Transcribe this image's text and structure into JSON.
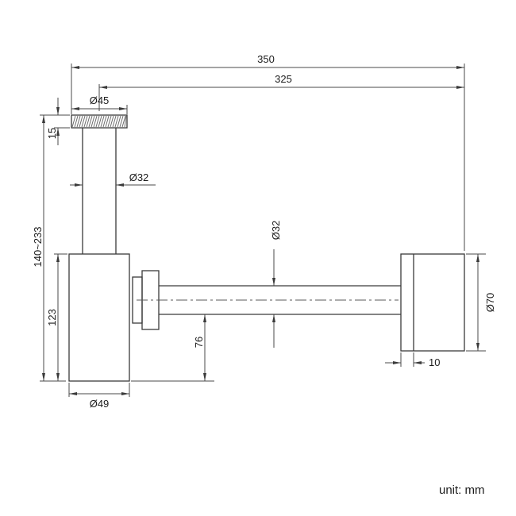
{
  "page": {
    "unit_label": "unit: mm"
  },
  "drawing": {
    "type": "technical-dimension-drawing",
    "subject": "wall-mounted bottle trap siphon",
    "line_color": "#3a3a3a",
    "dimensions": {
      "overall_width": "350",
      "outlet_length": "325",
      "inlet_flange_diameter": "Ø45",
      "inlet_flange_height": "15",
      "inlet_tube_diameter": "Ø32",
      "adjustable_height": "140~233",
      "body_height": "123",
      "body_diameter": "Ø49",
      "outlet_pipe_diameter": "Ø32",
      "outlet_drop": "76",
      "wall_flange_diameter": "Ø70",
      "wall_flange_depth": "10"
    }
  }
}
